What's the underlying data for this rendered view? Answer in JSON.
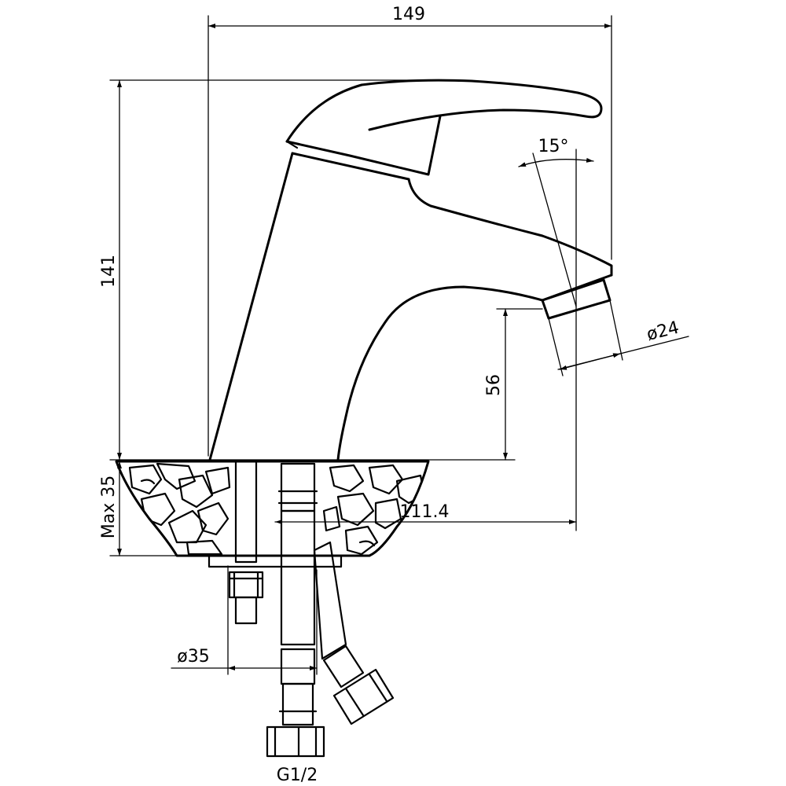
{
  "drawing": {
    "dimensions": {
      "width": "149",
      "height": "141",
      "spout_height": "56",
      "angle": "15°",
      "aerator_diameter": "ø24",
      "reach": "111.4",
      "counter_thickness": "Max 35",
      "base_diameter": "ø35",
      "connection": "G1/2"
    }
  }
}
